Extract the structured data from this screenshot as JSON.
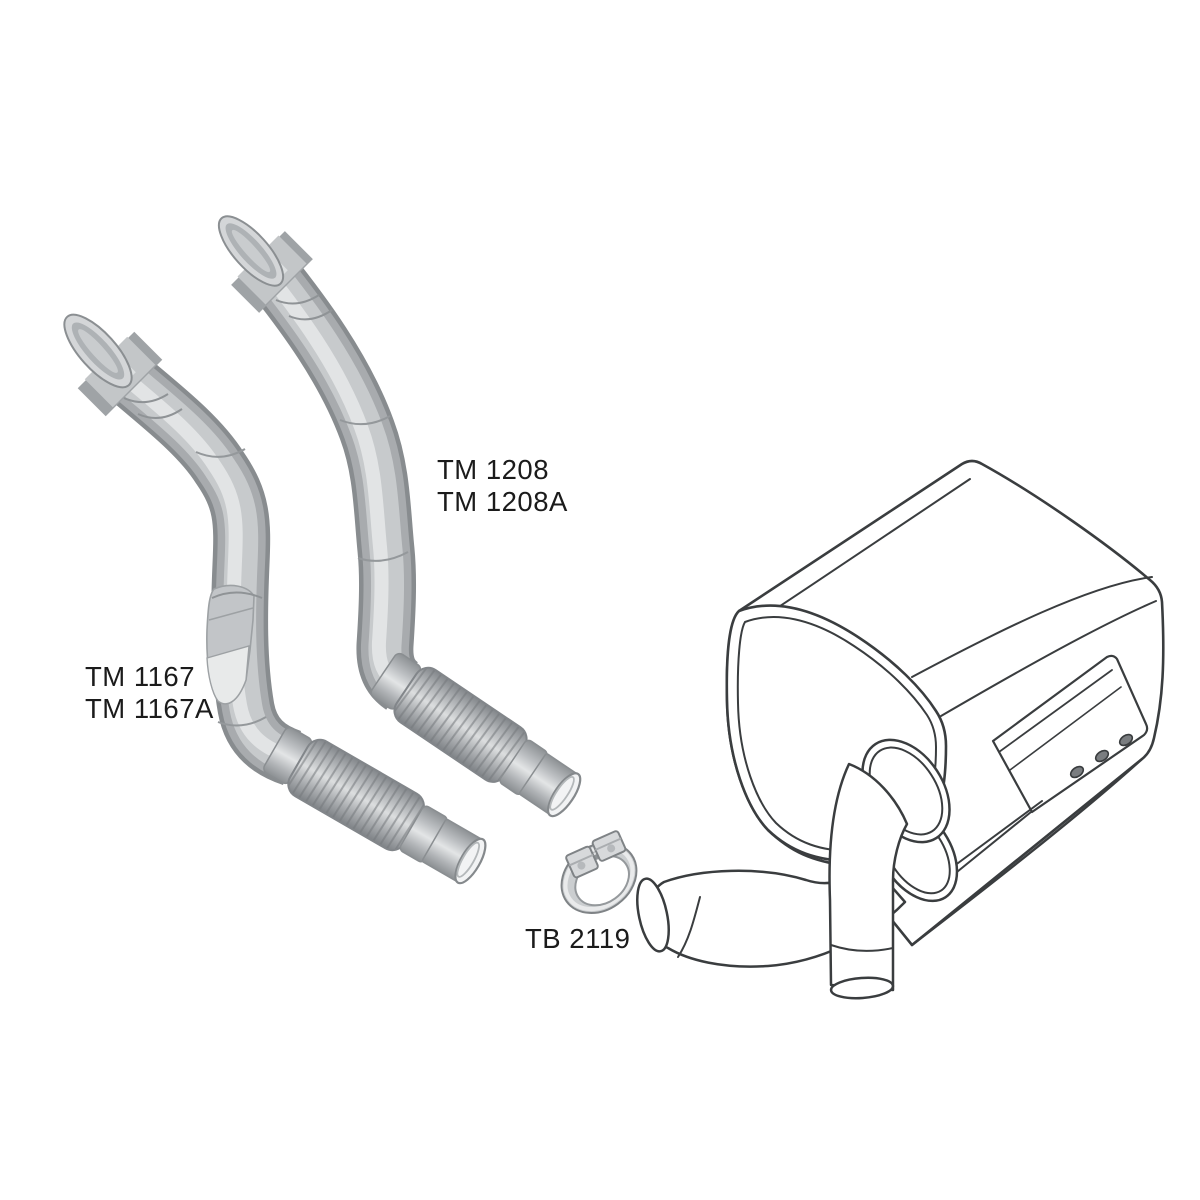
{
  "diagram": {
    "kind": "exhaust-system-parts-illustration",
    "background": "#ffffff",
    "outline_color": "#3a3d3f",
    "pipe_colors": {
      "edge": "#888c8f",
      "body": "#a8abae",
      "light": "#c7cacc",
      "highlight": "#e2e4e5"
    }
  },
  "parts": [
    {
      "id": "front-pipe-right",
      "labels": [
        "TM 1208",
        "TM 1208A"
      ]
    },
    {
      "id": "front-pipe-left",
      "labels": [
        "TM 1167",
        "TM 1167A"
      ]
    },
    {
      "id": "clamp",
      "labels": [
        "TB 2119"
      ]
    },
    {
      "id": "silencer-box",
      "labels": []
    }
  ]
}
